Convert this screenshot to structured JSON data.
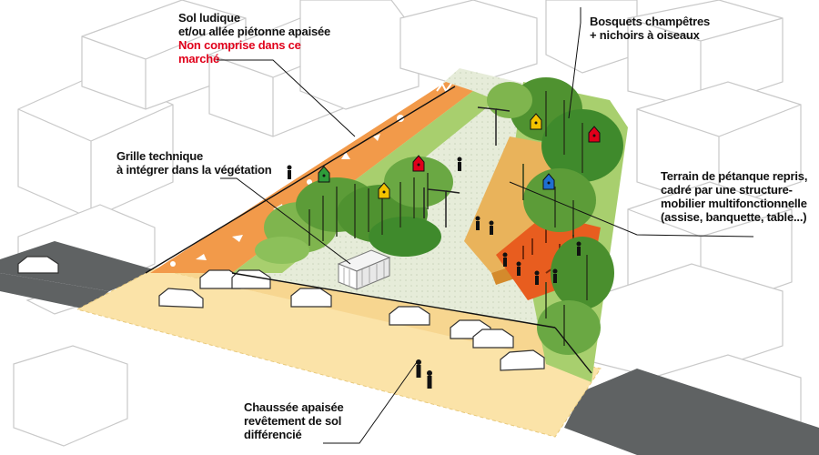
{
  "labels": {
    "sol_ludique": {
      "line1": "Sol ludique",
      "line2": "et/ou allée piétonne apaisée",
      "line3": "Non comprise dans ce",
      "line4": "marché"
    },
    "bosquets": {
      "line1": "Bosquets champêtres",
      "line2": "+ nichoirs à oiseaux"
    },
    "grille": {
      "line1": "Grille technique",
      "line2": "à intégrer dans la végétation"
    },
    "petanque": {
      "line1": "Terrain de pétanque repris,",
      "line2": "cadré par une structure-",
      "line3": "mobilier multifonctionnelle",
      "line4": "(assise, banquette, table...)"
    },
    "chaussee": {
      "line1": "Chaussée apaisée",
      "line2": "revêtement de sol",
      "line3": "différencié"
    }
  },
  "colors": {
    "road": "#5f6263",
    "yellow_zone": "#fbe3a8",
    "orange_path": "#f29a4a",
    "grass": "#a8cf6e",
    "tree": "#3f8a2c",
    "plaza": "#e6ecd9",
    "petanque_orange": "#e85d1f",
    "sand": "#e9b35b",
    "highlight_red": "#e0001a"
  },
  "icons": [
    "birdhouse-icon",
    "tree-icon",
    "car-icon",
    "pedestrian-icon",
    "lamppost-icon"
  ]
}
